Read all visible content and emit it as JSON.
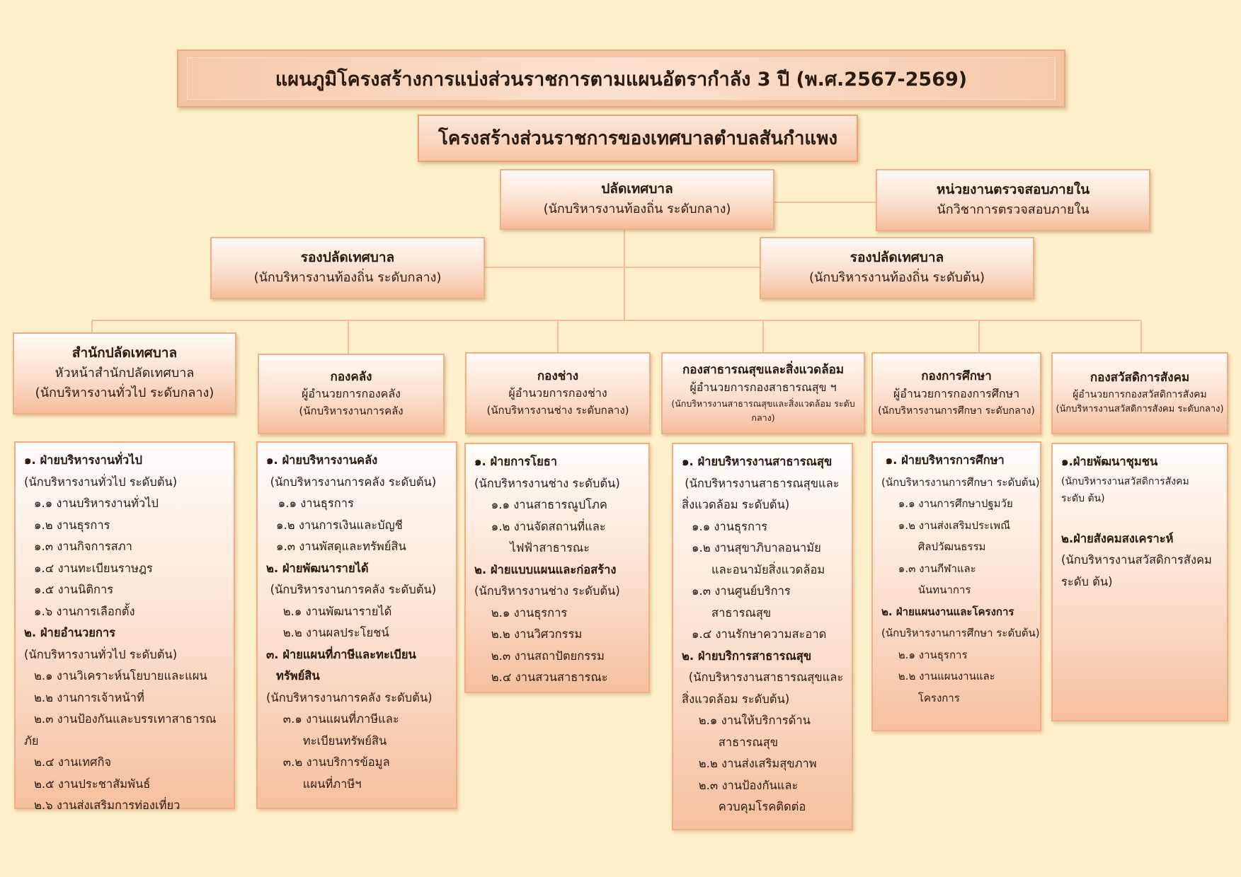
{
  "title": "แผนภูมิโครงสร้างการแบ่งส่วนราชการตามแผนอัตรากำลัง 3 ปี (พ.ศ.2567-2569)",
  "subtitle": "โครงสร้างส่วนราชการของเทศบาลตำบลสันกำแพง",
  "top": {
    "palad": {
      "title": "ปลัดเทศบาล",
      "sub": "(นักบริหารงานท้องถิ่น ระดับกลาง)"
    },
    "audit": {
      "title": "หน่วยงานตรวจสอบภายใน",
      "sub": "นักวิชาการตรวจสอบภายใน"
    },
    "deputy_left": {
      "title": "รองปลัดเทศบาล",
      "sub": "(นักบริหารงานท้องถิ่น  ระดับกลาง)"
    },
    "deputy_right": {
      "title": "รองปลัดเทศบาล",
      "sub": "(นักบริหารงานท้องถิ่น  ระดับต้น)"
    }
  },
  "divisions": [
    {
      "title": "สำนักปลัดเทศบาล",
      "sub1": "หัวหน้าสำนักปลัดเทศบาล",
      "sub2": "(นักบริหารงานทั่วไป ระดับกลาง)",
      "items": [
        {
          "t": "๑. ฝ่ายบริหารงานทั่วไป",
          "b": true
        },
        {
          "t": "(นักบริหารงานทั่วไป ระดับต้น)"
        },
        {
          "t": "๑.๑ งานบริหารงานทั่วไป",
          "i": 1
        },
        {
          "t": "๑.๒ งานธุรการ",
          "i": 1
        },
        {
          "t": "๑.๓ งานกิจการสภา",
          "i": 1
        },
        {
          "t": "๑.๔ งานทะเบียนราษฎร",
          "i": 1
        },
        {
          "t": "๑.๕ งานนิติการ",
          "i": 1
        },
        {
          "t": "๑.๖ งานการเลือกตั้ง",
          "i": 1
        },
        {
          "t": "๒. ฝ่ายอำนวยการ",
          "b": true
        },
        {
          "t": "(นักบริหารงานทั่วไป ระดับต้น)"
        },
        {
          "t": "๒.๑ งานวิเคราะห์นโยบายและแผน",
          "i": 1
        },
        {
          "t": "๒.๒ งานการเจ้าหน้าที่",
          "i": 1
        },
        {
          "t": "๒.๓ งานป้องกันและบรรเทาสาธารณ",
          "i": 1
        },
        {
          "t": "ภัย"
        },
        {
          "t": "๒.๔ งานเทศกิจ",
          "i": 1
        },
        {
          "t": "๒.๕ งานประชาสัมพันธ์",
          "i": 1
        },
        {
          "t": "๒.๖ งานส่งเสริมการท่องเที่ยว",
          "i": 1
        }
      ]
    },
    {
      "title": "กองคลัง",
      "sub1": "ผู้อำนวยการกองคลัง",
      "sub2": "(นักบริหารงานการคลัง",
      "items": [
        {
          "t": "๑. ฝ่ายบริหารงานคลัง",
          "b": true
        },
        {
          "t": "(นักบริหารงานการคลัง ระดับต้น)",
          "i": 0.4
        },
        {
          "t": "๑.๑ งานธุรการ",
          "i": 1.2
        },
        {
          "t": "๑.๒ งานการเงินและบัญชี",
          "i": 1
        },
        {
          "t": "๑.๓ งานพัสดุและทรัพย์สิน",
          "i": 1
        },
        {
          "t": "๒. ฝ่ายพัฒนารายได้",
          "b": true
        },
        {
          "t": "(นักบริหารงานการคลัง ระดับต้น)",
          "i": 0.4
        },
        {
          "t": "๒.๑ งานพัฒนารายได้",
          "i": 1.7
        },
        {
          "t": "๒.๒ งานผลประโยชน์",
          "i": 1.7
        },
        {
          "t": "๓. ฝ่ายแผนที่ภาษีและทะเบียน",
          "b": true
        },
        {
          "t": "ทรัพย์สิน",
          "b": true,
          "i": 1
        },
        {
          "t": "(นักบริหารงานการคลัง  ระดับต้น)"
        },
        {
          "t": "๓.๑ งานแผนที่ภาษีและ",
          "i": 1.7
        },
        {
          "t": "ทะเบียนทรัพย์สิน",
          "i": 3.7
        },
        {
          "t": "๓.๒ งานบริการข้อมูล",
          "i": 1.7
        },
        {
          "t": "แผนที่ภาษีฯ",
          "i": 3.7
        }
      ]
    },
    {
      "title": "กองช่าง",
      "sub1": "ผู้อำนวยการกองช่าง",
      "sub2": "(นักบริหารงานช่าง ระดับกลาง)",
      "items": [
        {
          "t": "๑. ฝ่ายการโยธา",
          "b": true
        },
        {
          "t": "(นักบริหารงานช่าง ระดับต้น)"
        },
        {
          "t": "๑.๑ งานสาธารณูปโภค",
          "i": 1.7
        },
        {
          "t": "๑.๒ งานจัดสถานที่และ",
          "i": 1.7
        },
        {
          "t": "ไฟฟ้าสาธารณะ",
          "i": 3.6
        },
        {
          "t": "๒. ฝ่ายแบบแผนและก่อสร้าง",
          "b": true
        },
        {
          "t": "(นักบริหารงานช่าง ระดับต้น)"
        },
        {
          "t": "๒.๑ งานธุรการ",
          "i": 1.7
        },
        {
          "t": "๒.๒ งานวิศวกรรม",
          "i": 1.7
        },
        {
          "t": "๒.๓ งานสถาปัตยกรรม",
          "i": 1.7
        },
        {
          "t": "๒.๔ งานสวนสาธารณะ",
          "i": 1.7
        }
      ]
    },
    {
      "title": "กองสาธารณสุขและสิ่งแวดล้อม",
      "sub1": "ผู้อำนวยการกองสาธารณสุข ฯ",
      "sub2": "(นักบริหารงานสาธารณสุขและสิ่งแวดล้อม ระดับกลาง)",
      "items": [
        {
          "t": "๑. ฝ่ายบริหารงานสาธารณสุข",
          "b": true
        },
        {
          "t": "(นักบริหารงานสาธารณสุขและ",
          "i": 0.3
        },
        {
          "t": "สิ่งแวดล้อม ระดับต้น)"
        },
        {
          "t": "๑.๑ งานธุรการ",
          "i": 1
        },
        {
          "t": "๑.๒ งานสุขาภิบาลอนามัย",
          "i": 1
        },
        {
          "t": "และอนามัยสิ่งแวดล้อม",
          "i": 3
        },
        {
          "t": "๑.๓ งานศูนย์บริการ",
          "i": 1
        },
        {
          "t": "สาธารณสุข",
          "i": 3
        },
        {
          "t": "๑.๔ งานรักษาความสะอาด",
          "i": 1
        },
        {
          "t": "๒. ฝ่ายบริการสาธารณสุข",
          "b": true
        },
        {
          "t": "(นักบริหารงานสาธารณสุขและ",
          "i": 0.7
        },
        {
          "t": "สิ่งแวดล้อม ระดับต้น)"
        },
        {
          "t": "๒.๑ งานให้บริการด้าน",
          "i": 1.7
        },
        {
          "t": "สาธารณสุข",
          "i": 3.7
        },
        {
          "t": "๒.๒ งานส่งเสริมสุขภาพ",
          "i": 1.7
        },
        {
          "t": "๒.๓ งานป้องกันและ",
          "i": 1.7
        },
        {
          "t": "ควบคุมโรคติดต่อ",
          "i": 3.7
        }
      ]
    },
    {
      "title": "กองการศึกษา",
      "sub1": "ผู้อำนวยการกองการศึกษา",
      "sub2": "(นักบริหารงานการศึกษา  ระดับกลาง)",
      "items": [
        {
          "t": "๑. ฝ่ายบริหารการศึกษา",
          "b": true,
          "i": 0.4
        },
        {
          "t": "(นักบริหารงานการศึกษา ระดับต้น)",
          "s": 1
        },
        {
          "t": "๑.๑ งานการศึกษาปฐมวัย",
          "i": 1.7,
          "s": 1
        },
        {
          "t": "๑.๒ งานส่งเสริมประเพณี",
          "i": 1.7,
          "s": 1
        },
        {
          "t": "ศิลปวัฒนธรรม",
          "i": 3.7,
          "s": 1
        },
        {
          "t": "๑.๓ งานกีฬาและ",
          "i": 1.7,
          "s": 1
        },
        {
          "t": "นันทนาการ",
          "i": 3.7,
          "s": 1
        },
        {
          "t": "๒. ฝ่ายแผนงานและโครงการ",
          "b": true,
          "s": 1
        },
        {
          "t": "(นักบริหารงานการศึกษา ระดับต้น)",
          "s": 1
        },
        {
          "t": "๒.๑ งานธุรการ",
          "i": 1.7,
          "s": 1
        },
        {
          "t": "๒.๒ งานแผนงานและ",
          "i": 1.7,
          "s": 1
        },
        {
          "t": "โครงการ",
          "i": 3.7,
          "s": 1
        }
      ]
    },
    {
      "title": "กองสวัสดิการสังคม",
      "sub1": "ผู้อำนวยการกองสวัสดิการสังคม",
      "sub2": "(นักบริหารงานสวัสดิการสังคม ระดับกลาง)",
      "items": [
        {
          "t": "๑.ฝ่ายพัฒนาชุมชน",
          "b": true
        },
        {
          "t": "(นักบริหารงานสวัสดิการสังคม",
          "s": 2
        },
        {
          "t": "ระดับ ต้น)",
          "s": 2
        },
        {
          "t": ""
        },
        {
          "t": "๒.ฝ่ายสังคมสงเคราะห์",
          "b": true
        },
        {
          "t": "(นักบริหารงานสวัสดิการสังคม"
        },
        {
          "t": "ระดับ ต้น)"
        }
      ]
    }
  ]
}
